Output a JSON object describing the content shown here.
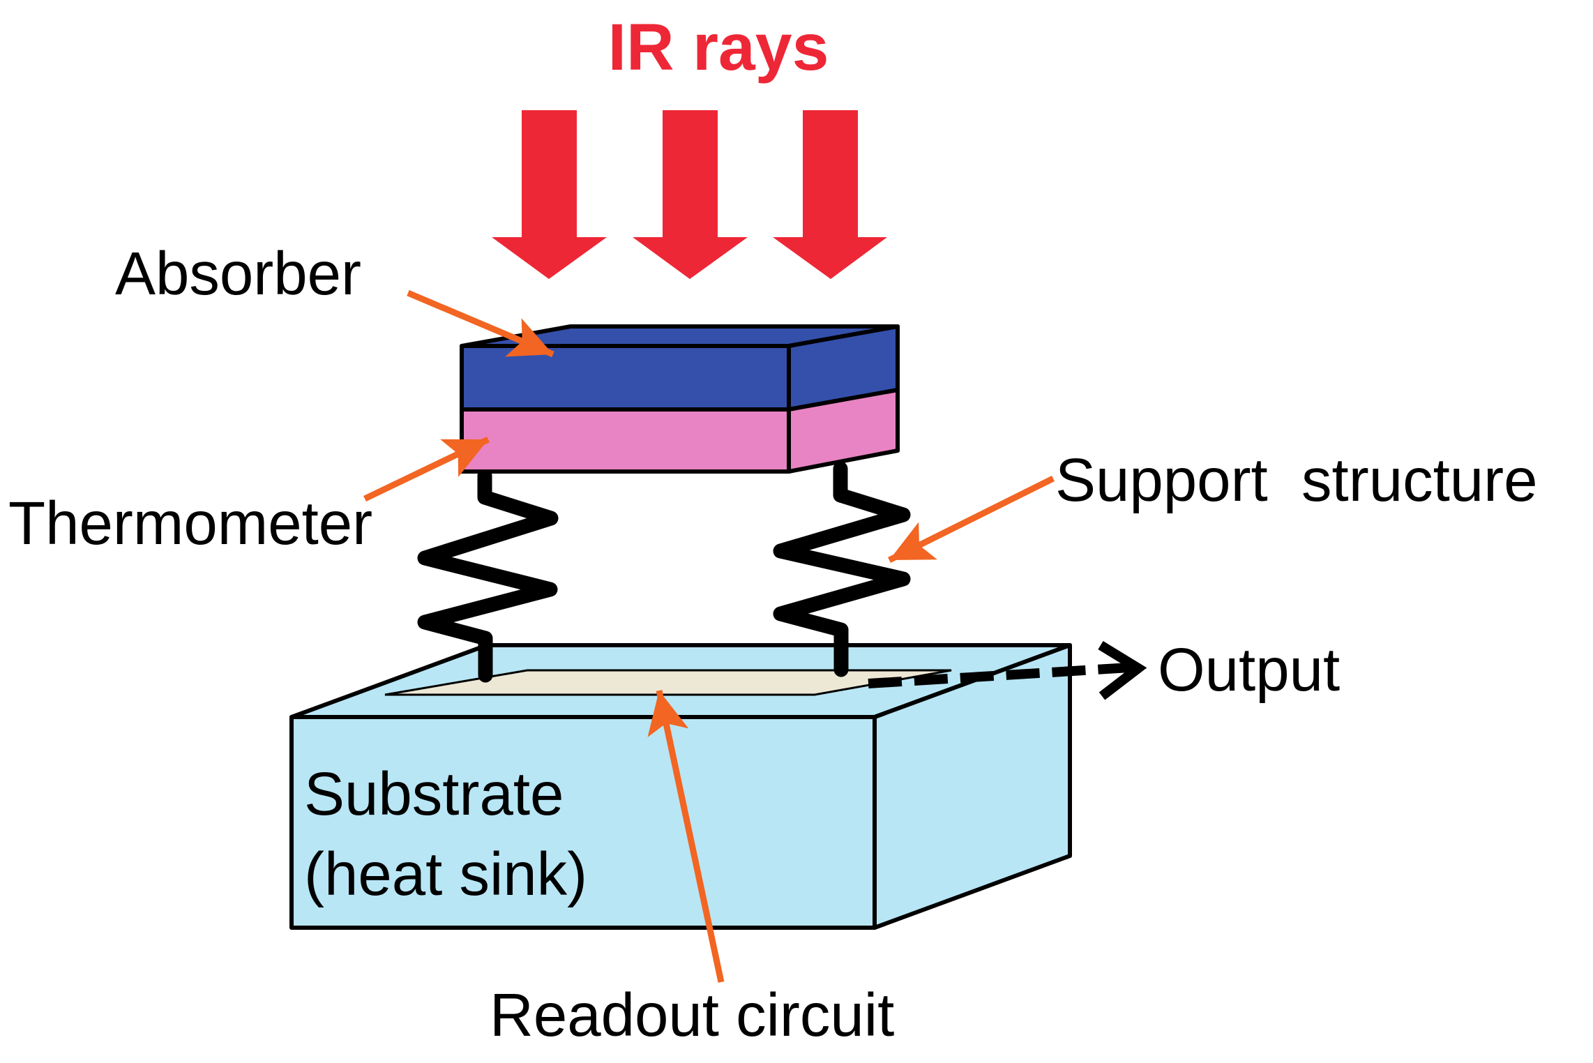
{
  "title": "IR rays",
  "labels": {
    "absorber": "Absorber",
    "thermometer": "Thermometer",
    "support_structure": "Support  structure",
    "output": "Output",
    "substrate_line1": "Substrate",
    "substrate_line2": "(heat sink)",
    "readout_circuit": "Readout circuit"
  },
  "colors": {
    "ir_arrow": "#ee2737",
    "absorber": "#3450ab",
    "thermometer": "#e884c3",
    "substrate": "#b8e6f5",
    "readout_circuit": "#ede8d6",
    "pointer": "#f26522",
    "outline": "#000000"
  }
}
